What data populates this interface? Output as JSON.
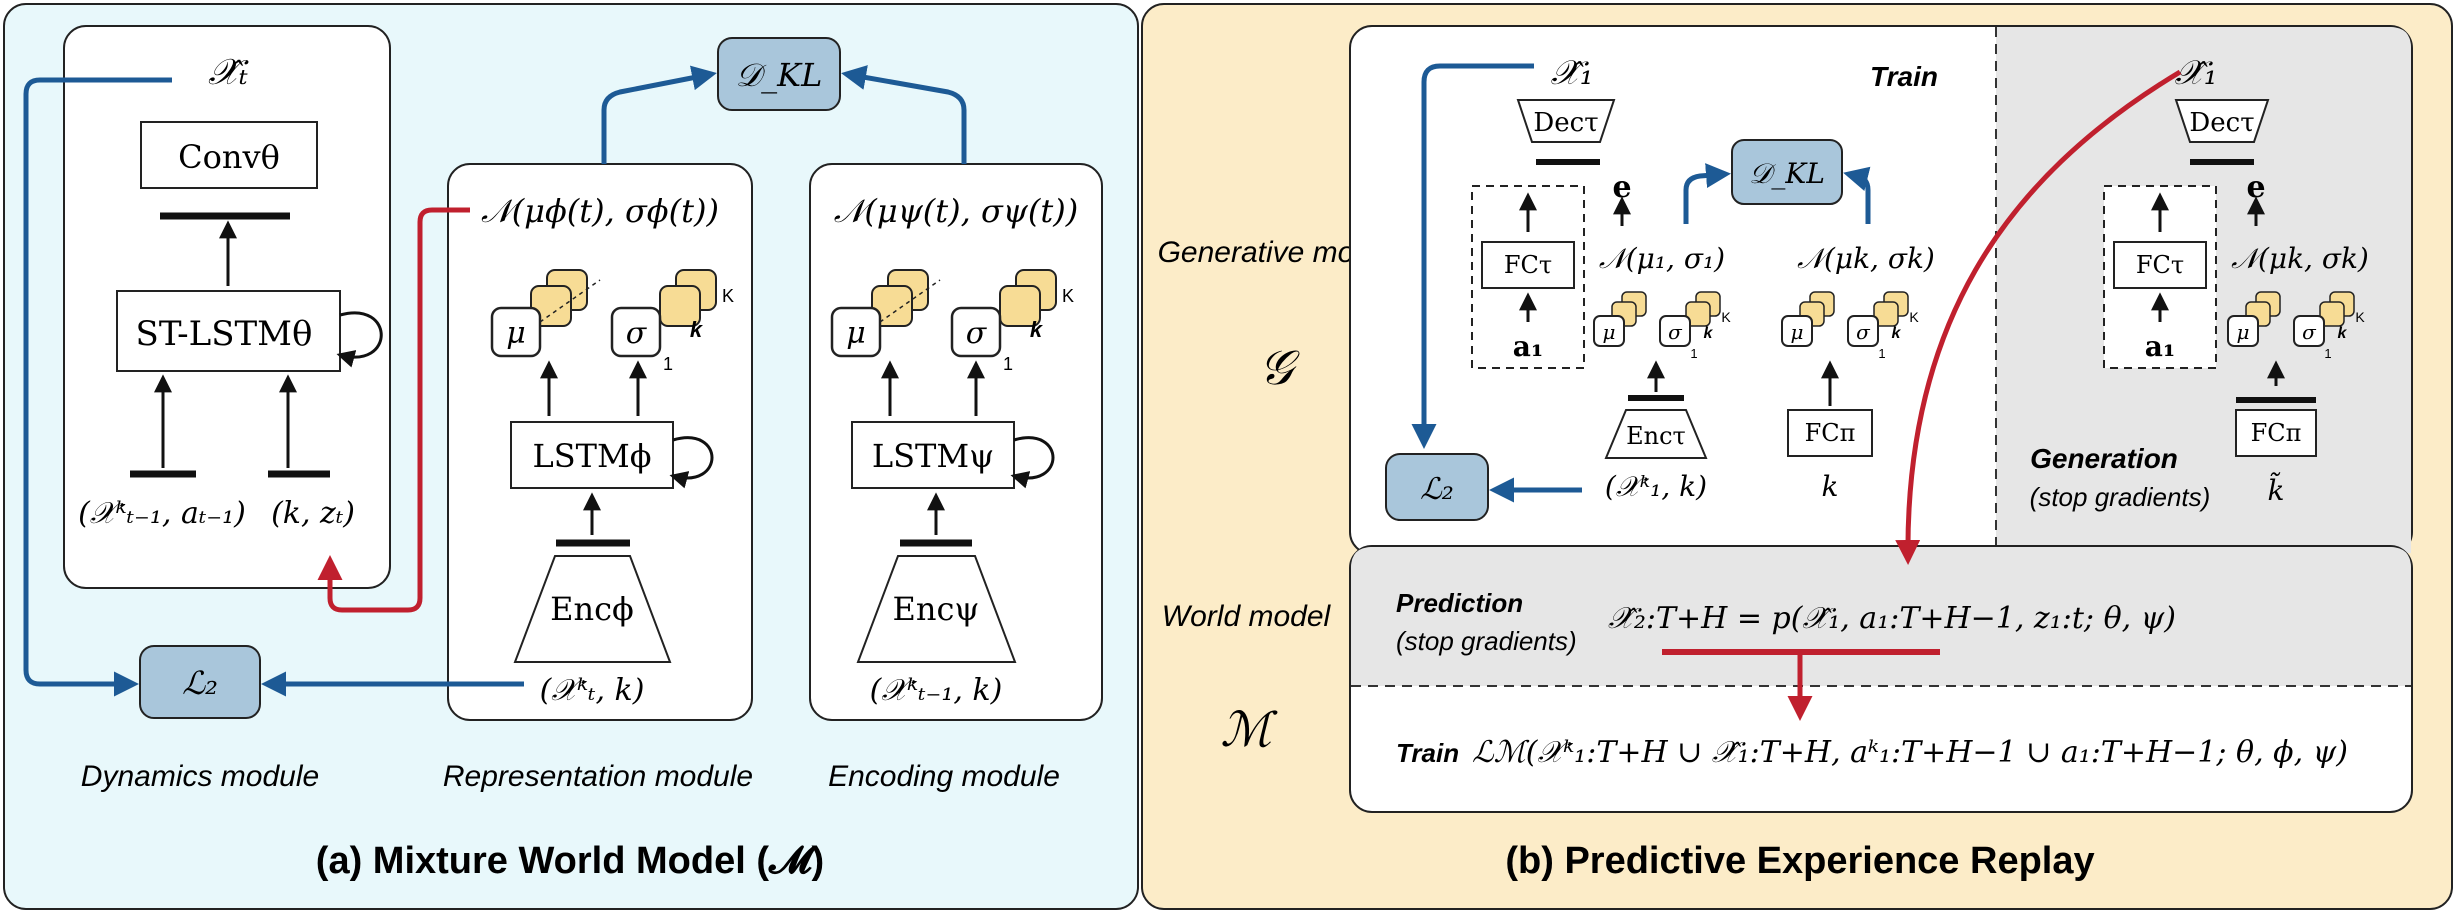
{
  "panel_a": {
    "caption": "(a) Mixture World Model (𝓜)",
    "dynamics": {
      "module_label": "Dynamics module",
      "output": "𝒳̂ₜ",
      "conv": "Convθ",
      "st_lstm": "ST-LSTMθ",
      "input_left": "(𝒳ᵏₜ₋₁, aₜ₋₁)",
      "input_right": "(k, zₜ)"
    },
    "kl": "𝒟_KL",
    "l2": "ℒ₂",
    "representation": {
      "module_label": "Representation module",
      "dist": "𝒩(μϕ(t), σϕ(t))",
      "mu": "μ",
      "sigma": "σ",
      "k": "k",
      "K": "K",
      "one": "1",
      "lstm": "LSTMϕ",
      "enc": "Encϕ",
      "input": "(𝒳ᵏₜ, k)"
    },
    "encoding": {
      "module_label": "Encoding module",
      "dist": "𝒩(μψ(t), σψ(t))",
      "mu": "μ",
      "sigma": "σ",
      "k": "k",
      "K": "K",
      "one": "1",
      "lstm": "LSTMψ",
      "enc": "Encψ",
      "input": "(𝒳ᵏₜ₋₁, k)"
    }
  },
  "panel_b": {
    "caption": "(b) Predictive Experience Replay",
    "generative_label": "Generative model",
    "generative_symbol": "𝒢",
    "world_label": "World model",
    "world_symbol": "ℳ",
    "train_label": "Train",
    "generation_label": "Generation",
    "generation_note": "(stop gradients)",
    "prediction_label": "Prediction",
    "prediction_note": "(stop gradients)",
    "train2_label": "Train",
    "prediction_eq": "𝒳̂₂:T+H = p(𝒳̂₁, a₁:T+H−1, z₁:t; θ, ψ)",
    "train_eq": "ℒℳ(𝒳ᵏ₁:T+H ∪ 𝒳̂₁:T+H, aᵏ₁:T+H−1 ∪ a₁:T+H−1; θ, ϕ, ψ)",
    "x1_hat": "𝒳̂₁",
    "x1_hat_tilde": "𝒳̂₁",
    "dec": "Decτ",
    "fc_tau": "FCτ",
    "a1": "a₁",
    "e": "e",
    "kl": "𝒟_KL",
    "dist1": "𝒩(μ₁, σ₁)",
    "distk": "𝒩(μk, σk)",
    "mu": "μ",
    "sigma": "σ",
    "k": "k",
    "K": "K",
    "one": "1",
    "enc_tau": "Encτ",
    "fc_pi": "FCπ",
    "input1": "(𝒳ᵏ₁, k)",
    "input_k": "k",
    "input_ktilde": "k̃",
    "l2": "ℒ₂"
  },
  "colors": {
    "panel_a_bg": "#e8f8fb",
    "panel_b_bg": "#fcecc8",
    "node_blue": "#a9c6db",
    "arrow_blue": "#1d5a95",
    "arrow_red": "#c0202e",
    "gen_gray": "#e6e6e6",
    "stack_yellow": "#f7dc95"
  }
}
